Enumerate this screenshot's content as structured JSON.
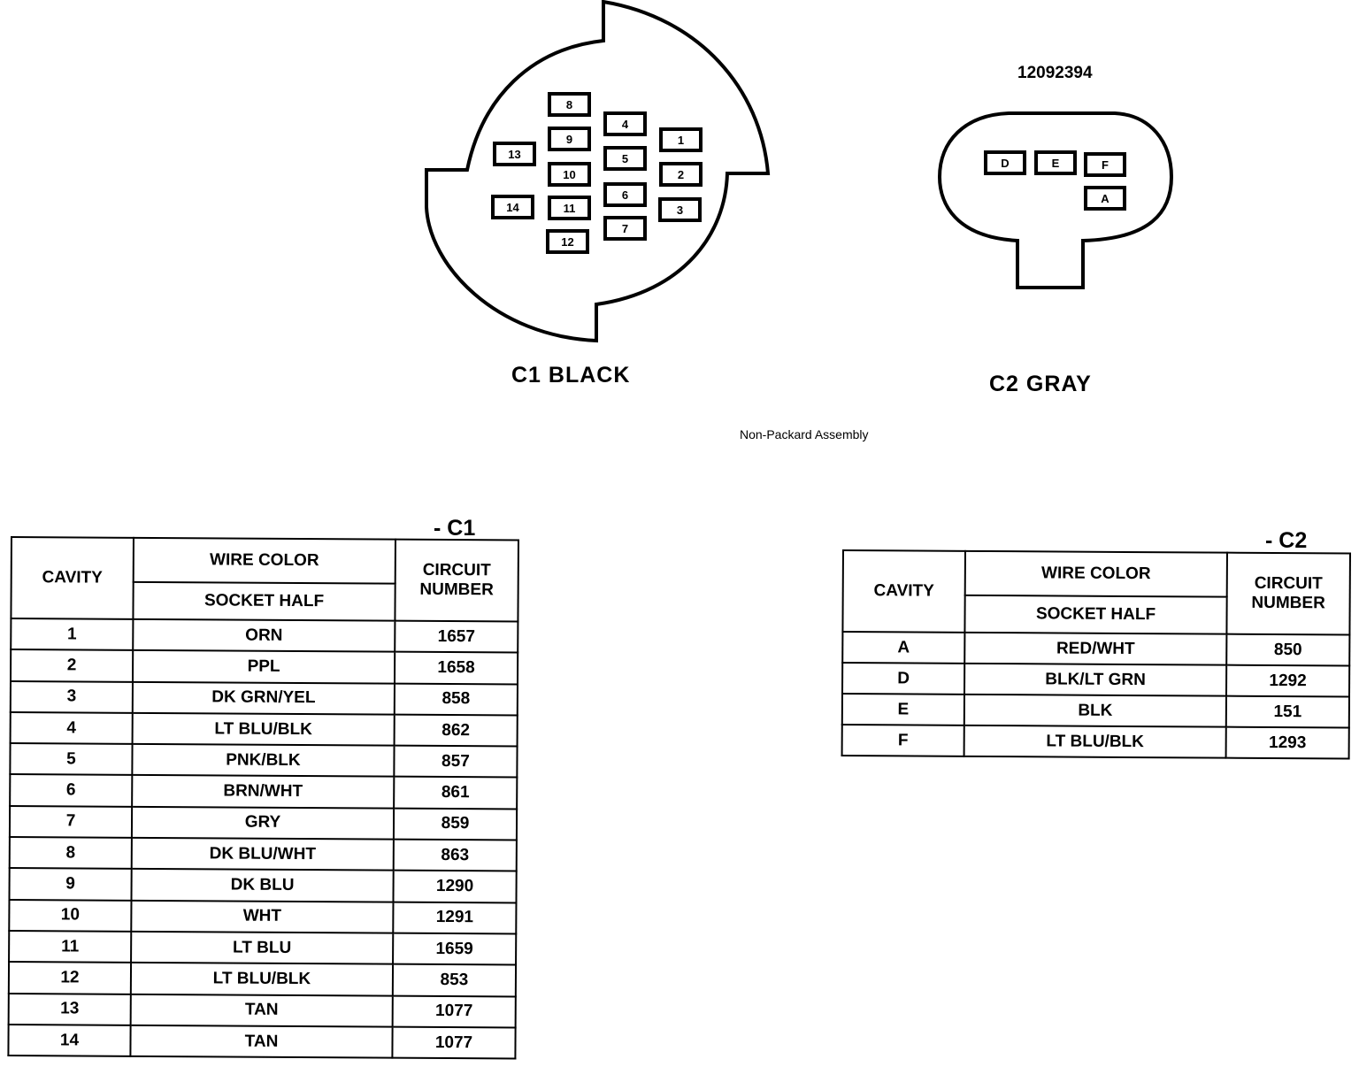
{
  "c1": {
    "title": "C1   BLACK",
    "pins": [
      "8",
      "4",
      "9",
      "1",
      "13",
      "10",
      "5",
      "2",
      "14",
      "11",
      "6",
      "3",
      "12",
      "7"
    ]
  },
  "c2": {
    "title": "C2   GRAY",
    "part_number": "12092394",
    "pins": [
      "D",
      "E",
      "F",
      "A"
    ]
  },
  "caption": "Non-Packard Assembly",
  "tables": {
    "c1": {
      "tag": "- C1",
      "headers": {
        "cavity": "CAVITY",
        "wire_color": "WIRE COLOR",
        "socket_half": "SOCKET HALF",
        "circuit_1": "CIRCUIT",
        "circuit_2": "NUMBER"
      },
      "rows": [
        {
          "cavity": "1",
          "color": "ORN",
          "circuit": "1657"
        },
        {
          "cavity": "2",
          "color": "PPL",
          "circuit": "1658"
        },
        {
          "cavity": "3",
          "color": "DK GRN/YEL",
          "circuit": "858"
        },
        {
          "cavity": "4",
          "color": "LT BLU/BLK",
          "circuit": "862"
        },
        {
          "cavity": "5",
          "color": "PNK/BLK",
          "circuit": "857"
        },
        {
          "cavity": "6",
          "color": "BRN/WHT",
          "circuit": "861"
        },
        {
          "cavity": "7",
          "color": "GRY",
          "circuit": "859"
        },
        {
          "cavity": "8",
          "color": "DK BLU/WHT",
          "circuit": "863"
        },
        {
          "cavity": "9",
          "color": "DK BLU",
          "circuit": "1290"
        },
        {
          "cavity": "10",
          "color": "WHT",
          "circuit": "1291"
        },
        {
          "cavity": "11",
          "color": "LT BLU",
          "circuit": "1659"
        },
        {
          "cavity": "12",
          "color": "LT BLU/BLK",
          "circuit": "853"
        },
        {
          "cavity": "13",
          "color": "TAN",
          "circuit": "1077"
        },
        {
          "cavity": "14",
          "color": "TAN",
          "circuit": "1077"
        }
      ]
    },
    "c2": {
      "tag": "- C2",
      "headers": {
        "cavity": "CAVITY",
        "wire_color": "WIRE COLOR",
        "socket_half": "SOCKET HALF",
        "circuit_1": "CIRCUIT",
        "circuit_2": "NUMBER"
      },
      "rows": [
        {
          "cavity": "A",
          "color": "RED/WHT",
          "circuit": "850"
        },
        {
          "cavity": "D",
          "color": "BLK/LT GRN",
          "circuit": "1292"
        },
        {
          "cavity": "E",
          "color": "BLK",
          "circuit": "151"
        },
        {
          "cavity": "F",
          "color": "LT BLU/BLK",
          "circuit": "1293"
        }
      ]
    }
  }
}
